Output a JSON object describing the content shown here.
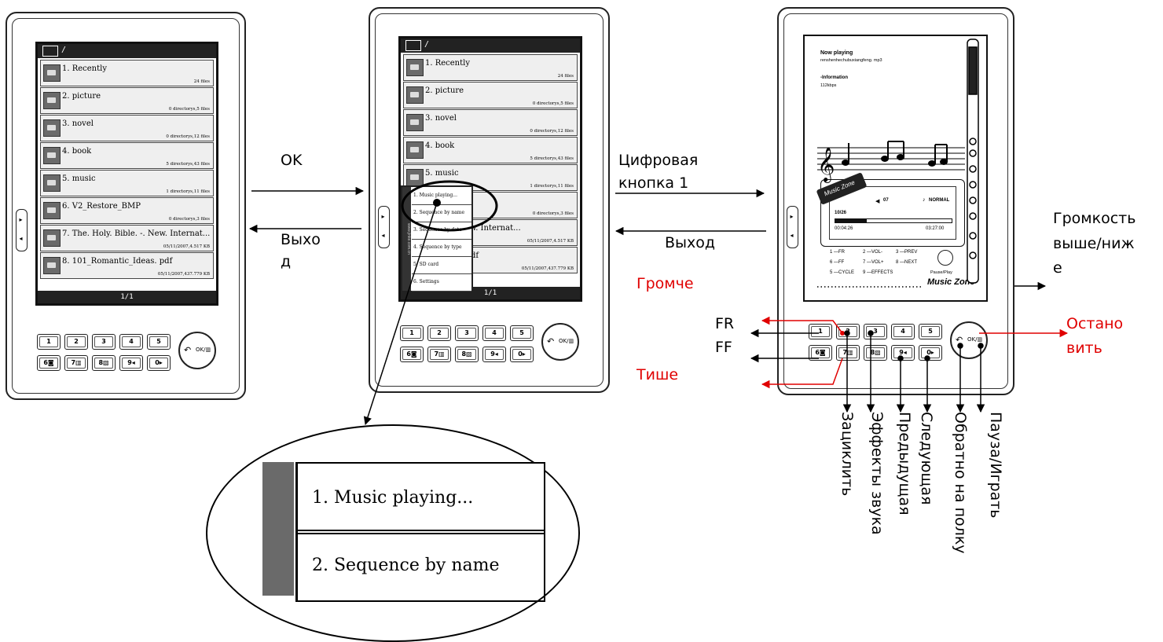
{
  "device_left": {
    "path": "/",
    "pager": "1/1",
    "files": [
      {
        "name": "1. Recently",
        "meta": "24 files"
      },
      {
        "name": "2. picture",
        "meta": "0 directorys,5 files"
      },
      {
        "name": "3. novel",
        "meta": "0 directorys,12 files"
      },
      {
        "name": "4. book",
        "meta": "5 directorys,43 files"
      },
      {
        "name": "5. music",
        "meta": "1 directorys,11 files"
      },
      {
        "name": "6. V2_Restore_BMP",
        "meta": "0 directorys,3 files"
      },
      {
        "name": "7. The. Holy. Bible. -. New. Internat...",
        "meta": "05/11/2007,4.517 KB"
      },
      {
        "name": "8. 101_Romantic_Ideas. pdf",
        "meta": "05/11/2007,437.779 KB"
      }
    ]
  },
  "device_middle": {
    "path": "/",
    "pager": "1/1",
    "files": [
      {
        "name": "1. Recently",
        "meta": "24 files"
      },
      {
        "name": "2. picture",
        "meta": "0 directorys,5 files"
      },
      {
        "name": "3. novel",
        "meta": "0 directorys,12 files"
      },
      {
        "name": "4. book",
        "meta": "5 directorys,43 files"
      },
      {
        "name": "5. music",
        "meta": "1 directorys,11 files"
      },
      {
        "name": "e_BMP",
        "meta": "0 directorys,3 files"
      },
      {
        "name": "Bible. -. New. Internat...",
        "meta": "05/11/2007,4.517 KB"
      },
      {
        "name": "tic_Ideas. pdf",
        "meta": "05/11/2007,437.779 KB"
      }
    ],
    "popup_strip": "www.jinke.com.cn",
    "popup_items": [
      "1. Music playing...",
      "2. Sequence by name",
      "3. Sequence by date",
      "4. Sequence by type",
      "5. SD card",
      "6. Settings"
    ]
  },
  "zoom": {
    "item1": "1. Music playing...",
    "item2": "2. Sequence by name"
  },
  "device_right": {
    "now_playing_title": "Now playing",
    "now_playing_file": "renshenhechubuxiangfeng. mp3",
    "information_title": "-Information",
    "bitrate": "112kbps",
    "volume": "07",
    "mode": "NORMAL",
    "track": "10/26",
    "elapsed": "00:04:26",
    "total": "03:27:00",
    "legend": [
      "1 —FR",
      "2 —VOL-",
      "3 —PREV",
      "6 —FF",
      "7 —VOL+",
      "8 —NEXT",
      "5 —CYCLE",
      "9 —EFFECTS"
    ],
    "pause_play": "Pause/Play",
    "brand": "Music Zone",
    "banner": "Music Zone"
  },
  "keypad": {
    "row1": [
      "1",
      "2",
      "3",
      "4",
      "5"
    ],
    "row2": [
      "6◙",
      "7▥",
      "8▧",
      "9◂",
      "0▸"
    ],
    "ok": "OK/▥",
    "back": "↶"
  },
  "annotations": {
    "ok": "OK",
    "exit_left_1": "Выхо",
    "exit_left_2": "д",
    "digit_button_1": "Цифровая",
    "digit_button_2": "кнопка 1",
    "exit_right": "Выход",
    "louder": "Громче",
    "quieter": "Тише",
    "fr": "FR",
    "ff": "FF",
    "stop_1": "Остано",
    "stop_2": "вить",
    "volume_1": "Громкость",
    "volume_2": "выше/ниж",
    "volume_3": "е",
    "loop": "Зациклить",
    "effects": "Эффекты звука",
    "previous": "Предыдущая",
    "next": "Следующая",
    "back_shelf": "Обратно на полку",
    "pause_play": "Пауза/Играть"
  },
  "colors": {
    "annotation_red": "#e00000",
    "screen_dark": "#222222",
    "item_bg": "#efefef"
  }
}
